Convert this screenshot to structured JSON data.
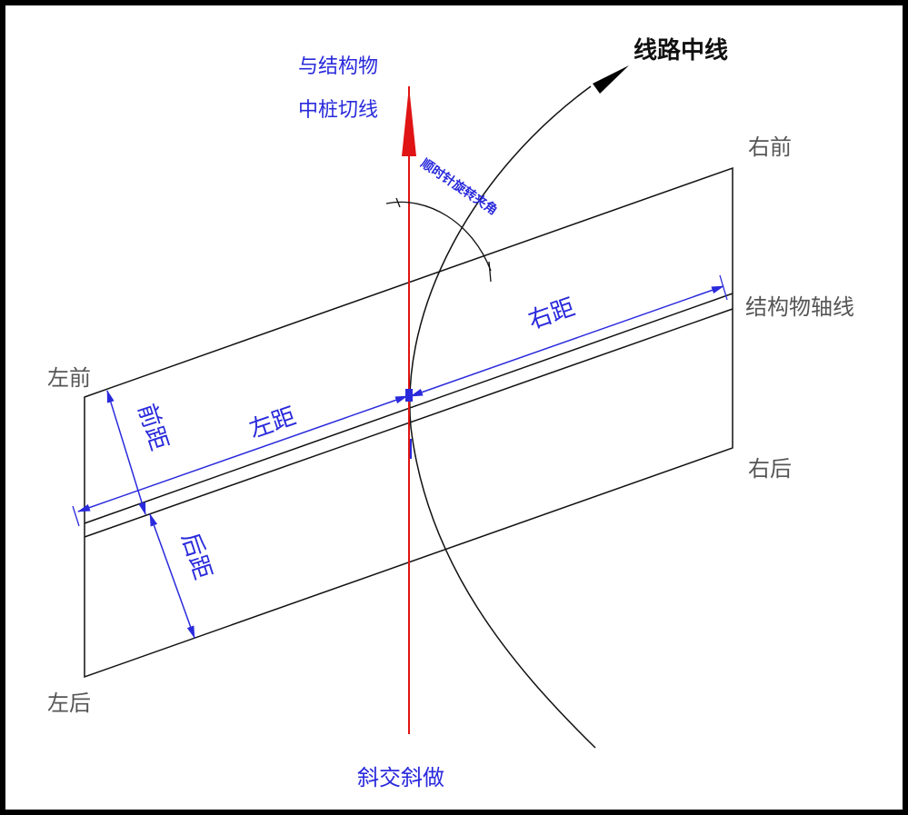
{
  "labels": {
    "route_centerline": "线路中线",
    "tangent_line_1": "与结构物",
    "tangent_line_2": "中桩切线",
    "clockwise_angle": "顺时针旋转夹角",
    "right_front": "右前",
    "structure_axis": "结构物轴线",
    "right_rear": "右后",
    "left_front": "左前",
    "left_rear": "左后",
    "right_distance": "右距",
    "left_distance": "左距",
    "front_distance": "前距",
    "rear_distance": "后距",
    "skew_skew": "斜交斜做"
  },
  "colors": {
    "axis_red": "#e01414",
    "dimension_blue": "#2a2adc",
    "outline_black": "#111111",
    "label_gray": "#555555"
  }
}
